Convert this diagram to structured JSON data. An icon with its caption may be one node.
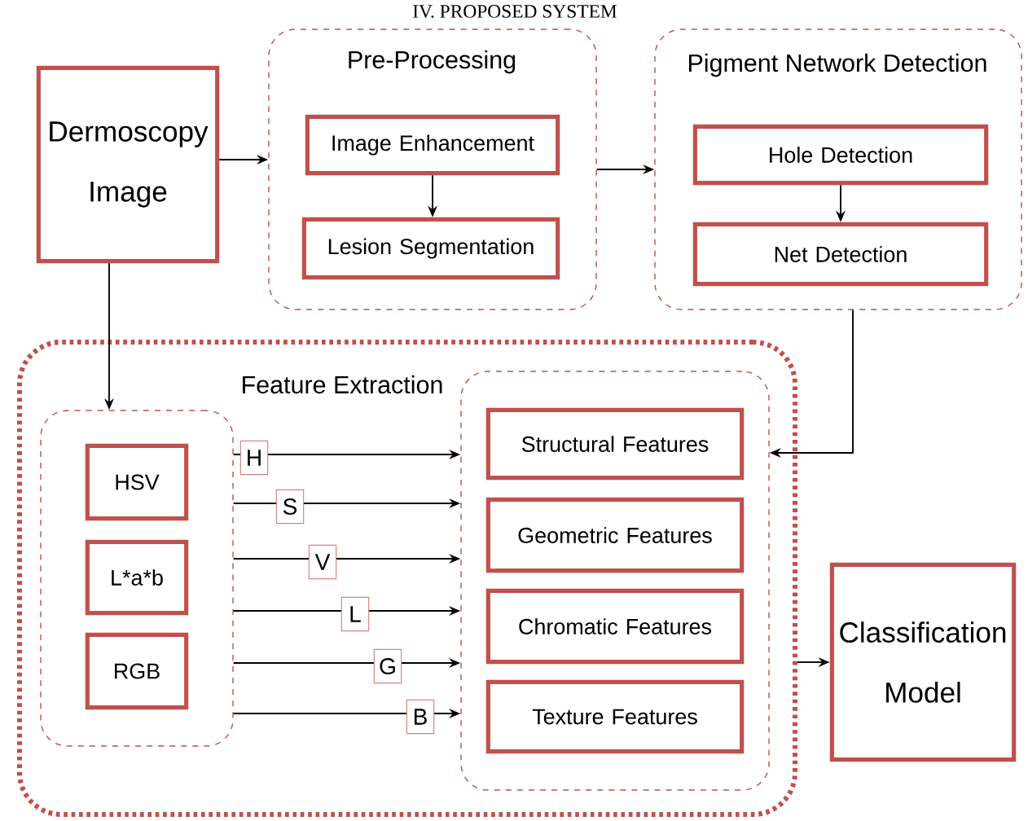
{
  "diagram": {
    "title": "IV. PROPOSED SYSTEM",
    "nodes": [
      {
        "text": [
          "Dermoscopy Image"
        ]
      },
      {
        "text": [
          "Pre-Processing"
        ]
      },
      {
        "text": [
          "Image Enhancement"
        ],
        "in": 1
      },
      {
        "text": [
          "Lesion Segmentation"
        ],
        "in": 1
      },
      {
        "text": [
          "Pigment Network Detection"
        ]
      },
      {
        "text": [
          "Hole Detection"
        ],
        "in": 4
      },
      {
        "text": [
          "Net Detection"
        ],
        "in": 4
      },
      {
        "text": [
          "Feature Extraction"
        ]
      },
      {
        "text": [],
        "shape": "box",
        "in": 7
      },
      {
        "text": [
          "HSV"
        ],
        "in": 8
      },
      {
        "text": [
          "L*a*b"
        ],
        "in": 8
      },
      {
        "text": [
          "RGB"
        ],
        "in": 8
      },
      {
        "text": [],
        "shape": "box",
        "in": 7
      },
      {
        "text": [
          "Structural Features"
        ],
        "in": 12
      },
      {
        "text": [
          "Geometric Features"
        ],
        "in": 12
      },
      {
        "text": [
          "Chromatic Features"
        ],
        "in": 12
      },
      {
        "text": [
          "Texture Features"
        ],
        "in": 12
      },
      {
        "text": [
          "Classification Model"
        ]
      }
    ],
    "edges": [
      {
        "from": 0,
        "to": 1,
        "arrow": "to"
      },
      {
        "from": 2,
        "to": 3,
        "arrow": "to"
      },
      {
        "from": 1,
        "to": 4,
        "arrow": "to"
      },
      {
        "from": 5,
        "to": 6,
        "arrow": "to"
      },
      {
        "from": 4,
        "to": 12,
        "arrow": "to"
      },
      {
        "from": 0,
        "to": 8,
        "arrow": "to"
      },
      {
        "from": 8,
        "to": 12,
        "arrow": "to",
        "label": "H"
      },
      {
        "from": 8,
        "to": 12,
        "arrow": "to",
        "label": "S"
      },
      {
        "from": 8,
        "to": 12,
        "arrow": "to",
        "label": "V"
      },
      {
        "from": 8,
        "to": 12,
        "arrow": "to",
        "label": "L"
      },
      {
        "from": 8,
        "to": 12,
        "arrow": "to",
        "label": "G"
      },
      {
        "from": 8,
        "to": 12,
        "arrow": "to",
        "label": "B"
      },
      {
        "from": 7,
        "to": 17,
        "arrow": "to"
      }
    ]
  }
}
